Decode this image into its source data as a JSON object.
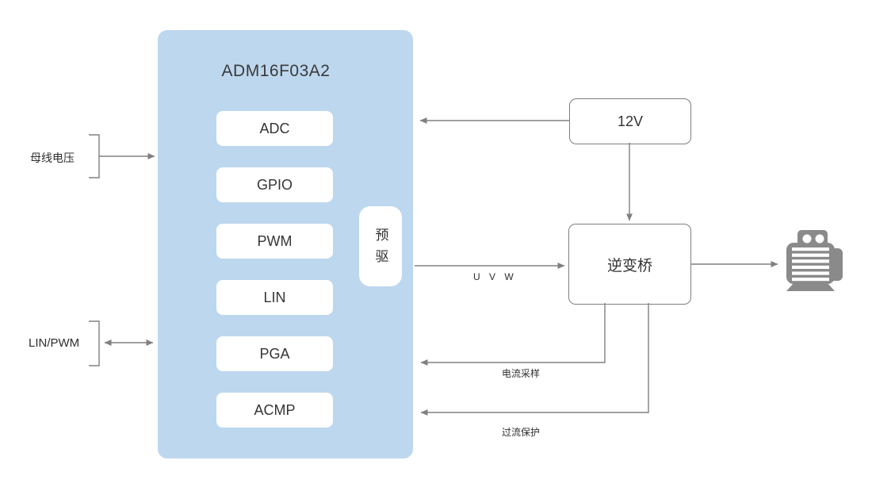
{
  "diagram": {
    "type": "block-diagram",
    "mcu": {
      "title": "ADM16F03A2",
      "peripherals": [
        "ADC",
        "GPIO",
        "PWM",
        "LIN",
        "PGA",
        "ACMP"
      ],
      "predriver_label": "预驱"
    },
    "blocks": {
      "power": {
        "label": "12V"
      },
      "inverter": {
        "label": "逆变桥"
      }
    },
    "labels": {
      "bus_voltage": "母线电压",
      "lin_pwm": "LIN/PWM",
      "uvw": "U V W",
      "current_sampling": "电流采样",
      "overcurrent_protection": "过流保护"
    },
    "icons": {
      "motor": "motor-icon"
    },
    "connections": [
      {
        "from": "bus_voltage",
        "to": "mcu",
        "direction": "right",
        "arrows": "single"
      },
      {
        "from": "lin_pwm",
        "to": "mcu",
        "direction": "both",
        "arrows": "double"
      },
      {
        "from": "power_12v",
        "to": "mcu",
        "direction": "left",
        "arrows": "single"
      },
      {
        "from": "power_12v",
        "to": "inverter",
        "direction": "down",
        "arrows": "single"
      },
      {
        "from": "mcu_predriver",
        "to": "inverter",
        "label": "U V W",
        "direction": "right",
        "arrows": "single"
      },
      {
        "from": "inverter",
        "to": "motor",
        "direction": "right",
        "arrows": "single"
      },
      {
        "from": "inverter",
        "to": "mcu",
        "label": "电流采样",
        "direction": "left",
        "arrows": "single"
      },
      {
        "from": "inverter",
        "to": "mcu",
        "label": "过流保护",
        "direction": "left",
        "arrows": "single"
      }
    ],
    "colors": {
      "mcu_fill": "#BDD7EE",
      "box_fill": "#FFFFFF",
      "box_border": "#7F7F7F",
      "wire": "#808080",
      "text": "#333333",
      "motor_icon": "#8A8A8A",
      "background": "#FFFFFF"
    }
  }
}
